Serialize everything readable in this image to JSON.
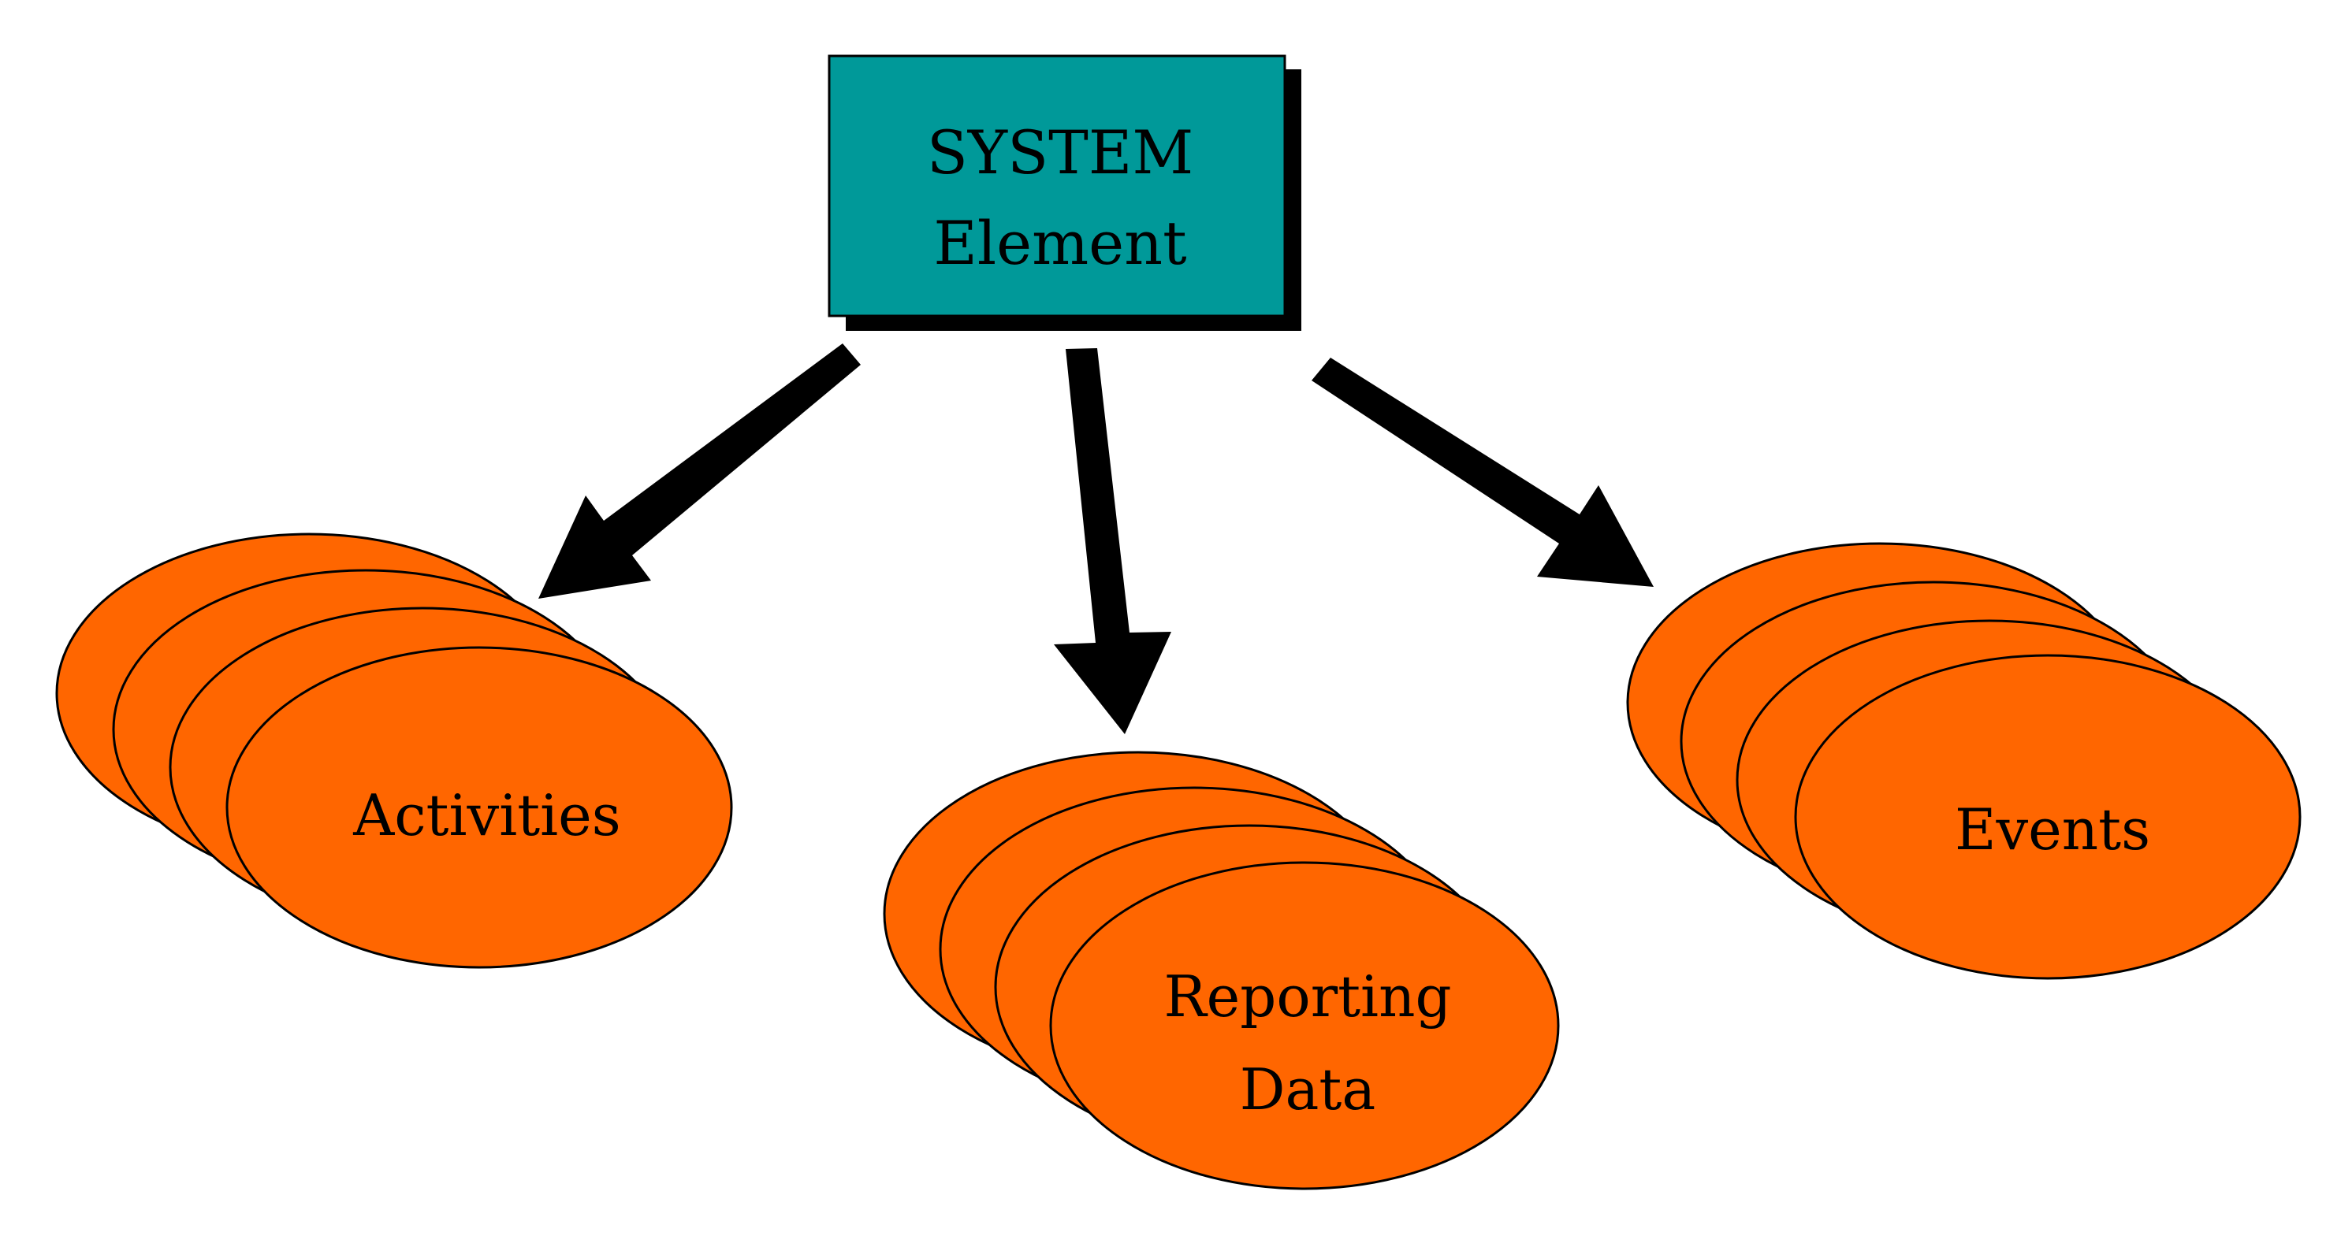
{
  "system_element": {
    "line1": "SYSTEM",
    "line2": "Element",
    "fill_color": "#009999",
    "shadow_color": "#000000"
  },
  "groups": {
    "activities": {
      "label": "Activities"
    },
    "reporting": {
      "line1": "Reporting",
      "line2": "Data"
    },
    "events": {
      "label": "Events"
    }
  },
  "ellipse_fill_color": "#FF6600",
  "arrow_color": "#000000"
}
